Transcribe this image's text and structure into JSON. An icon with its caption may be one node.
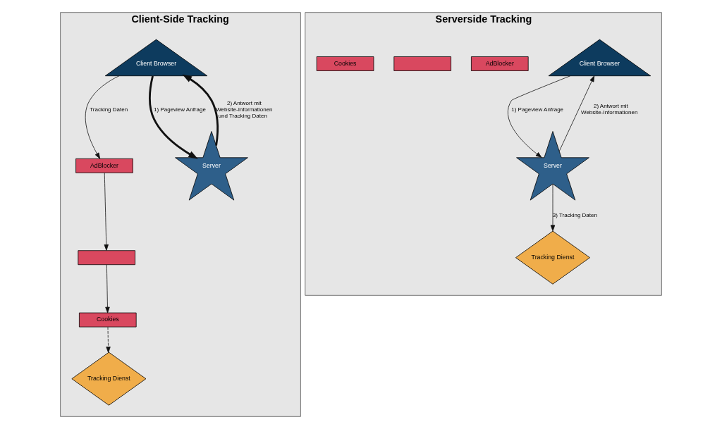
{
  "diagram": {
    "nodes": [
      {
        "text": [
          "Client-Side Tracking"
        ]
      },
      {
        "text": [
          "Client Browser"
        ],
        "in": 0
      },
      {
        "text": [
          "AdBlocker"
        ],
        "in": 0
      },
      {
        "text": [],
        "shape": "bar",
        "in": 0
      },
      {
        "text": [
          "Cookies"
        ],
        "in": 0
      },
      {
        "text": [
          "Tracking Dienst"
        ],
        "in": 0
      },
      {
        "text": [
          "Server"
        ],
        "in": 0
      },
      {
        "text": [
          "Serverside Tracking"
        ]
      },
      {
        "text": [
          "Client Browser"
        ],
        "in": 7
      },
      {
        "text": [
          "AdBlocker"
        ],
        "in": 7
      },
      {
        "text": [],
        "shape": "bar",
        "in": 7
      },
      {
        "text": [
          "Cookies"
        ],
        "in": 7
      },
      {
        "text": [
          "Tracking Dienst"
        ],
        "in": 7
      },
      {
        "text": [
          "Server"
        ],
        "in": 7
      }
    ],
    "edges": [
      {
        "from": 1,
        "to": 6,
        "arrow": "to",
        "label": "1) Pageview Anfrage",
        "style": "thick"
      },
      {
        "from": 6,
        "to": 1,
        "arrow": "to",
        "label": "2) Antwort mit Website-Informationen und Tracking Daten",
        "style": "thick"
      },
      {
        "from": 1,
        "to": 2,
        "arrow": "to",
        "label": "Tracking Daten"
      },
      {
        "from": 2,
        "to": 3,
        "arrow": "to"
      },
      {
        "from": 3,
        "to": 4,
        "arrow": "to"
      },
      {
        "from": 4,
        "to": 5,
        "arrow": "to",
        "style": "dashed"
      },
      {
        "from": 8,
        "to": 13,
        "arrow": "to",
        "label": "1) Pageview Anfrage"
      },
      {
        "from": 13,
        "to": 8,
        "arrow": "to",
        "label": "2) Antwort mit Website-Informationen"
      },
      {
        "from": 13,
        "to": 12,
        "arrow": "to",
        "label": "3) Tracking Daten"
      }
    ]
  }
}
